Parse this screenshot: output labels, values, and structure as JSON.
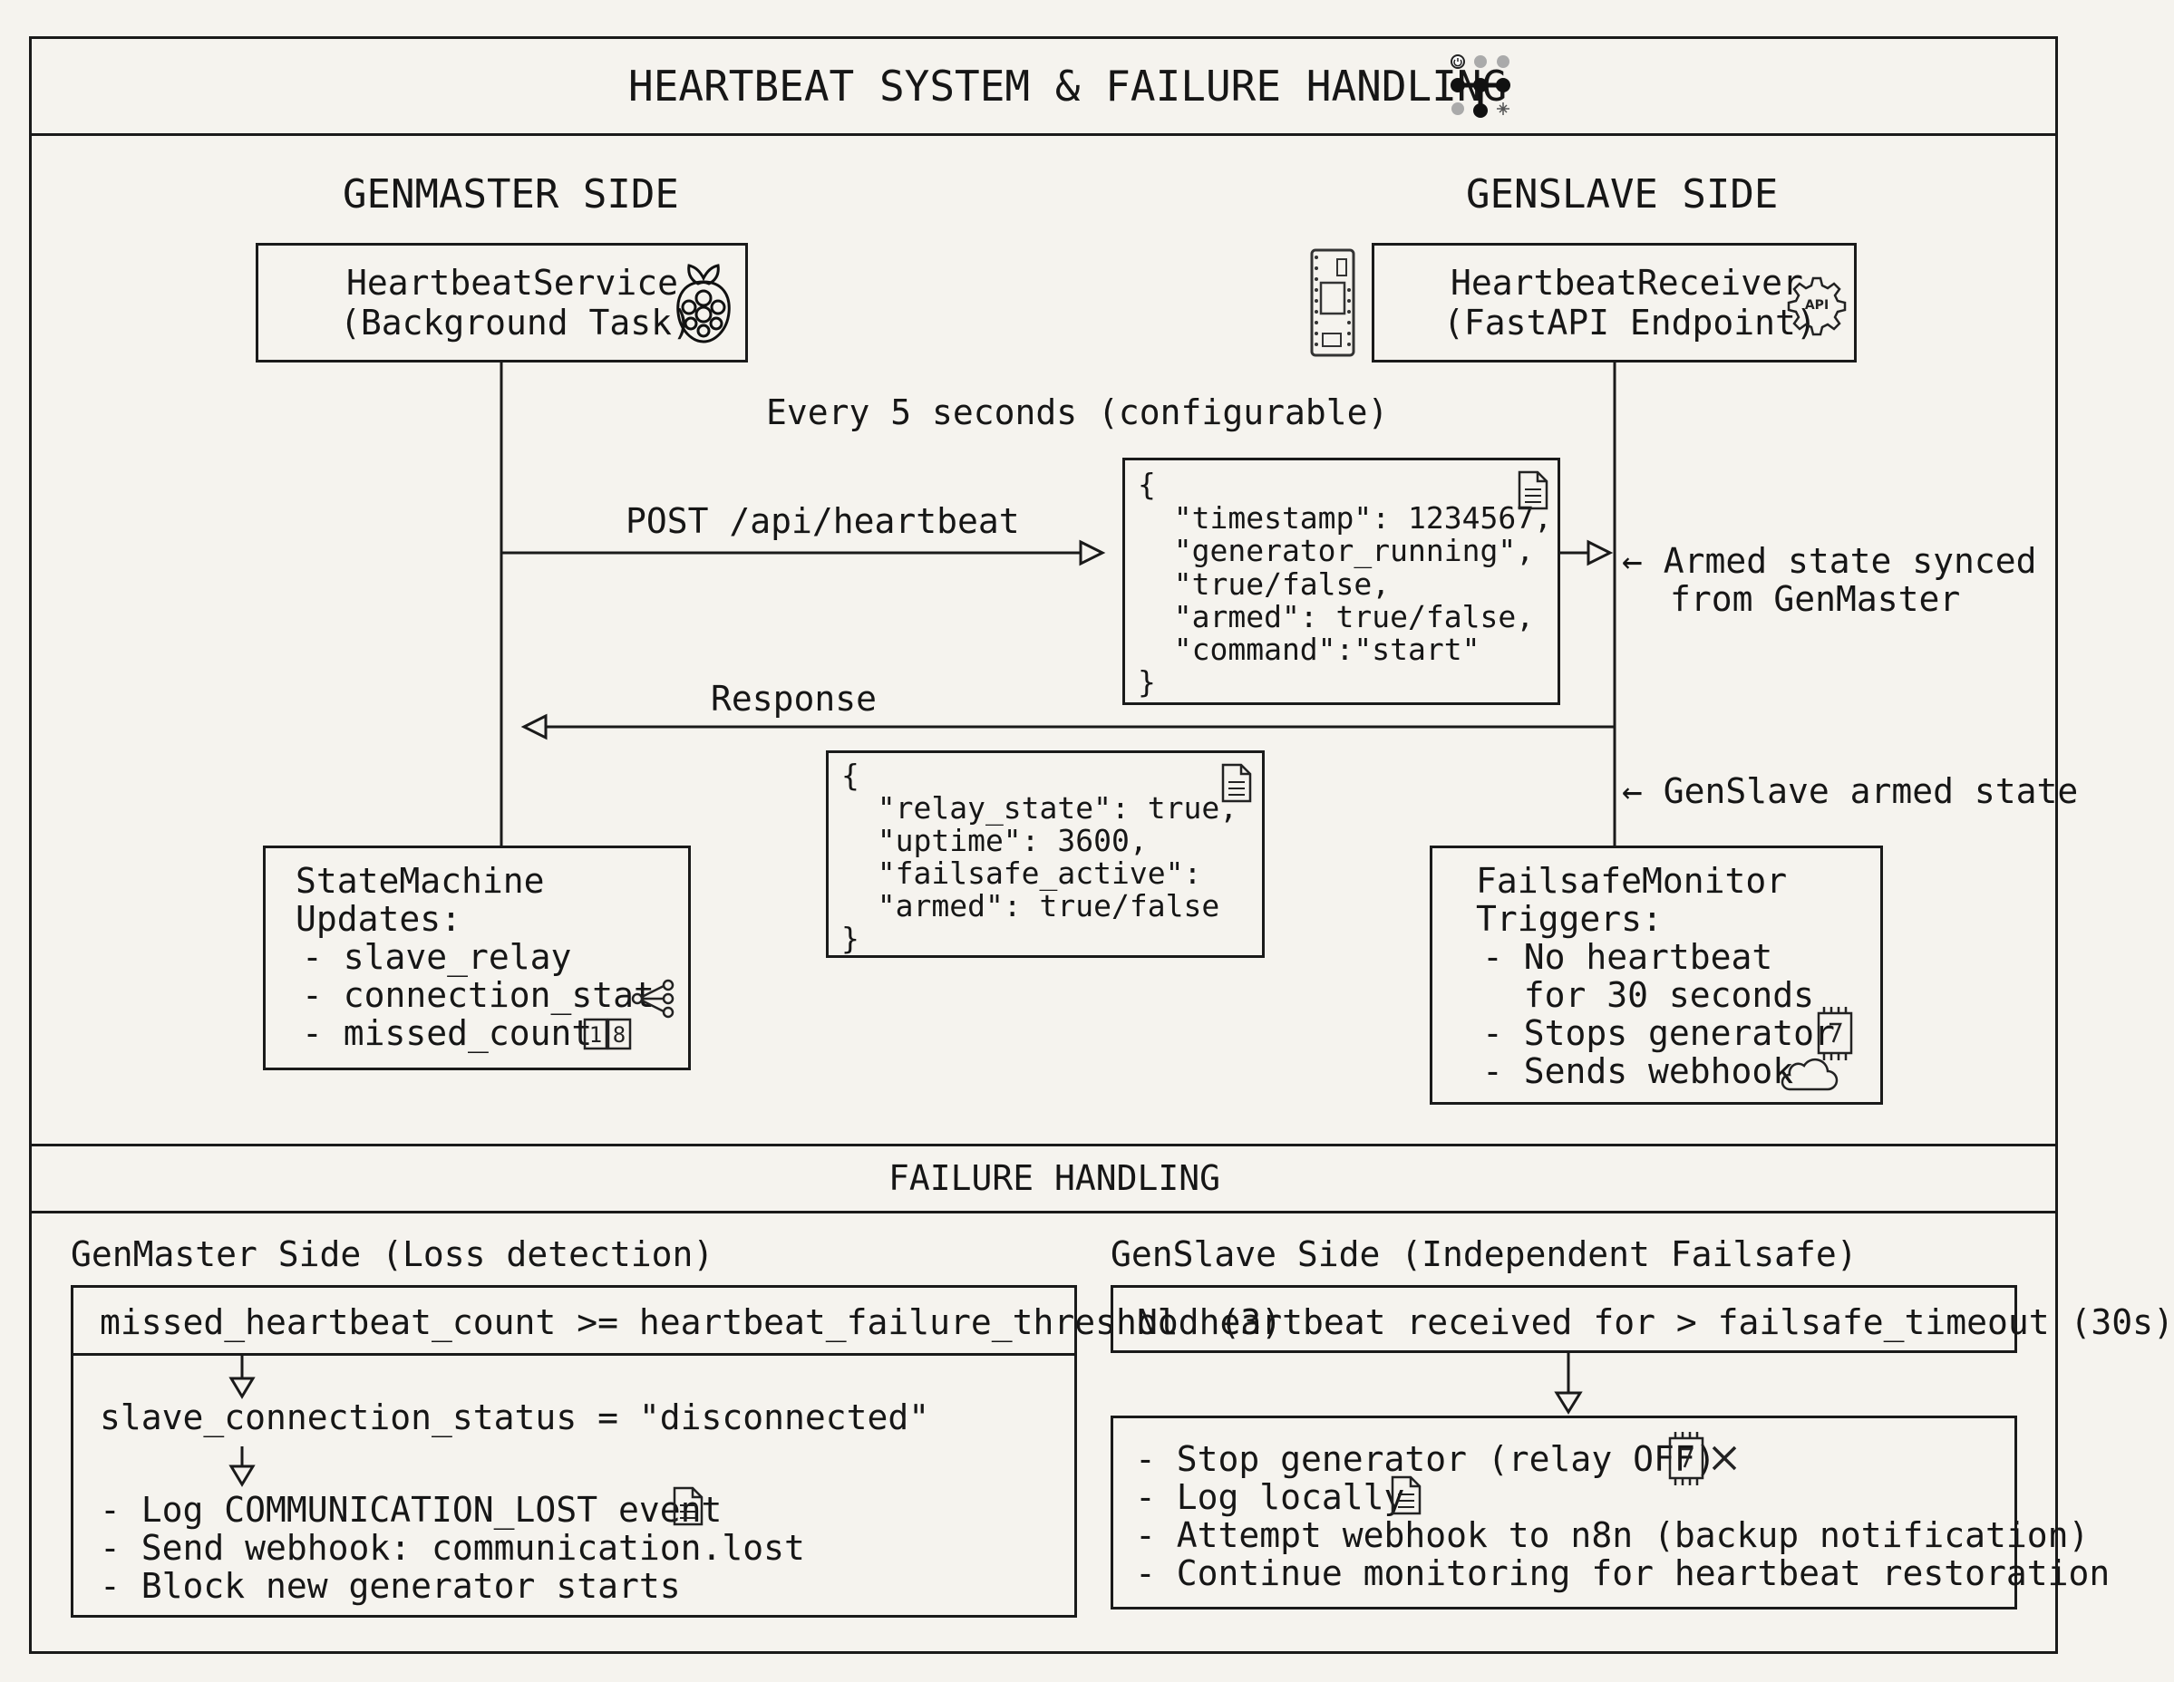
{
  "title": "HEARTBEAT SYSTEM & FAILURE HANDLING",
  "genmaster": {
    "heading": "GENMASTER SIDE",
    "service_line1": "HeartbeatService",
    "service_line2": "(Background Task)",
    "statemachine_lines": [
      "StateMachine",
      "Updates:",
      "- slave_relay",
      "- connection_stat",
      "- missed_count"
    ]
  },
  "genslave": {
    "heading": "GENSLAVE SIDE",
    "receiver_line1": "HeartbeatReceiver",
    "receiver_line2": "(FastAPI Endpoint)",
    "api_icon_text": "API",
    "failsafe_lines": [
      "FailsafeMonitor",
      "Triggers:",
      "- No heartbeat",
      "  for 30 seconds",
      "- Stops generator",
      "- Sends webhook"
    ]
  },
  "flow": {
    "interval": "Every 5 seconds (configurable)",
    "post_label": "POST /api/heartbeat",
    "response_label": "Response",
    "armed_sync_line1": "← Armed state synced",
    "armed_sync_line2": "from GenMaster",
    "genslave_armed": "← GenSlave armed state"
  },
  "request_json_lines": [
    "{",
    "  \"timestamp\": 1234567,",
    "  \"generator_running\",",
    "  \"true/false,",
    "  \"armed\": true/false,",
    "  \"command\":\"start\"",
    "}"
  ],
  "response_json_lines": [
    "{",
    "  \"relay_state\": true,",
    "  \"uptime\": 3600,",
    "  \"failsafe_active\":",
    "  \"armed\": true/false",
    "}"
  ],
  "failure": {
    "heading": "FAILURE HANDLING",
    "master_heading": "GenMaster Side (Loss detection)",
    "master_condition": "missed_heartbeat_count >= heartbeat_failure_threshold (3)",
    "master_status": "slave_connection_status = \"disconnected\"",
    "master_actions": [
      "- Log COMMUNICATION_LOST event",
      "- Send webhook: communication.lost",
      "- Block new generator starts"
    ],
    "slave_heading": "GenSlave Side (Independent Failsafe)",
    "slave_condition": "No heartbeat received for > failsafe_timeout (30s)",
    "slave_actions": [
      "- Stop generator (relay OFF)",
      "- Log locally",
      "- Attempt webhook to n8n (backup notification)",
      "- Continue monitoring for heartbeat restoration"
    ]
  },
  "icons": [
    "network-icon",
    "raspberry-pi-icon",
    "microcontroller-board-icon",
    "api-gear-icon",
    "document-icon",
    "share-icon",
    "numbers-icon",
    "relay-icon",
    "cloud-icon",
    "close-icon"
  ]
}
